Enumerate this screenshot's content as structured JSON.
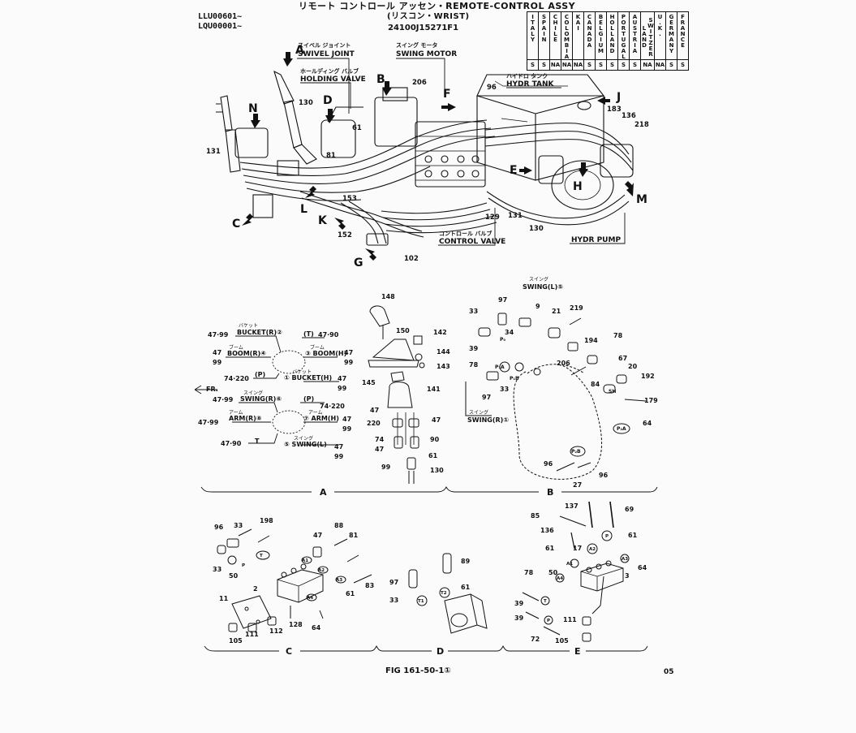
{
  "header": {
    "serial_1": "LLU00601~",
    "serial_2": "LQU00001~",
    "title_line_1": "リモート コントロール アッセン・REMOTE-CONTROL ASSY",
    "title_line_2": "(リスコン・WRIST)",
    "part_number": "24100J15271F1"
  },
  "countries": {
    "names": [
      "ITALY",
      "SPAIN",
      "CHILE",
      "COLOMBIA",
      "KAI",
      "CANADA",
      "BELGIUM",
      "HOLLAND",
      "PORTUGAL",
      "AUSTRIA",
      "SWITZER LAND",
      "U.K.",
      "GERMANY",
      "FRANCE"
    ],
    "codes": [
      "S",
      "S",
      "NA",
      "NA",
      "NA",
      "S",
      "S",
      "S",
      "S",
      "S",
      "NA",
      "NA",
      "S",
      "S"
    ]
  },
  "callouts": {
    "swivel_joint_jp": "スイベル ジョイント",
    "swivel_joint": "SWIVEL JOINT",
    "swing_motor_jp": "スイング モータ",
    "swing_motor": "SWING MOTOR",
    "holding_valve_jp": "ホールディング バルブ",
    "holding_valve": "HOLDING VALVE",
    "hydr_tank_jp": "ハイドロ タンク",
    "hydr_tank": "HYDR TANK",
    "control_valve_jp": "コントロール バルブ",
    "control_valve": "CONTROL VALVE",
    "hydr_pump": "HYDR PUMP"
  },
  "view_letters": {
    "A": "A",
    "B": "B",
    "C": "C",
    "D": "D",
    "E": "E",
    "F": "F",
    "G": "G",
    "H": "H",
    "J": "J",
    "K": "K",
    "L": "L",
    "M": "M",
    "N": "N"
  },
  "main_parts": [
    "130",
    "131",
    "61",
    "81",
    "153",
    "152",
    "206",
    "96",
    "183",
    "136",
    "218",
    "129",
    "131",
    "130",
    "102"
  ],
  "section_a": {
    "left_nums": [
      "47·99",
      "47",
      "99",
      "74·220",
      "47·99",
      "47·99",
      "47·90"
    ],
    "right_nums": [
      "47·90",
      "47",
      "99",
      "47",
      "99",
      "74·220",
      "47",
      "99",
      "47",
      "99"
    ],
    "labels": [
      "BUCKET(R)②",
      "(T)",
      "BOOM(R)④",
      "③ BOOM(H)",
      "(P)",
      "① BUCKET(H)",
      "FR.",
      "SWING(R)⑥",
      "(P)",
      "ARM(R)⑧",
      "⑦ ARM(H)",
      "T",
      "⑤ SWING(L)"
    ],
    "jp_labels": [
      "バケット",
      "ブーム",
      "ブーム",
      "バケット",
      "スイング",
      "アーム",
      "アーム",
      "スイング"
    ],
    "parts": [
      "148",
      "150",
      "142",
      "144",
      "143",
      "145",
      "141",
      "47",
      "220",
      "47",
      "74",
      "47",
      "90",
      "61",
      "99",
      "130"
    ]
  },
  "section_b": {
    "labels": [
      "SWING(L)⑤",
      "SWING(R)①",
      "P₁A",
      "P₁B",
      "P₂A",
      "P₂B",
      "SH",
      "P₀"
    ],
    "jp_labels": [
      "スイング",
      "スイング"
    ],
    "parts": [
      "33",
      "97",
      "9",
      "21",
      "219",
      "34",
      "194",
      "78",
      "67",
      "20",
      "192",
      "39",
      "78",
      "206",
      "84",
      "179",
      "97",
      "33",
      "64",
      "96",
      "96",
      "27"
    ]
  },
  "section_c": {
    "parts": [
      "96",
      "33",
      "198",
      "88",
      "47",
      "81",
      "33",
      "50",
      "2",
      "83",
      "61",
      "11",
      "128",
      "105",
      "111",
      "112",
      "64"
    ],
    "ports": [
      "P",
      "A1",
      "A2",
      "A3",
      "A4",
      "T"
    ]
  },
  "section_d": {
    "parts": [
      "97",
      "89",
      "61",
      "33"
    ],
    "ports": [
      "T1",
      "T2"
    ]
  },
  "section_e": {
    "parts": [
      "137",
      "69",
      "85",
      "136",
      "61",
      "61",
      "17",
      "64",
      "78",
      "50",
      "3",
      "39",
      "39",
      "72",
      "111",
      "105"
    ],
    "ports": [
      "A1",
      "A2",
      "P",
      "A3",
      "A4",
      "T",
      "P"
    ]
  },
  "section_labels": [
    "A",
    "B",
    "C",
    "D",
    "E"
  ],
  "footer": {
    "figure": "FIG 161-50-1①",
    "page": "05"
  }
}
